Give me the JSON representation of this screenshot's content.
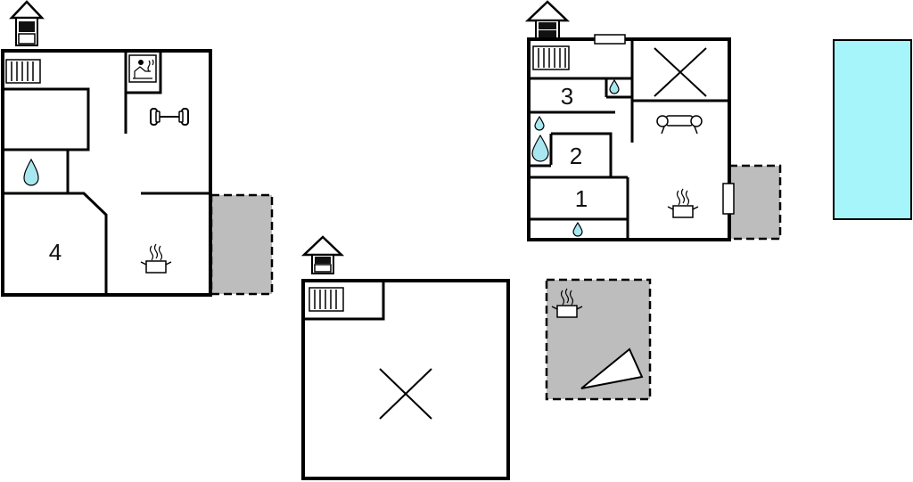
{
  "rooms": {
    "building_left_bedroom": "4",
    "building_right_room_1": "1",
    "building_right_room_2": "2",
    "building_right_room_3": "3"
  },
  "colors": {
    "terrace": "#bdbdbd",
    "pool": "#a6f5fb",
    "water": "#a8e6f0",
    "wall": "#000000"
  },
  "icons": [
    "entrance-icon",
    "radiator-icon",
    "sauna-icon",
    "dumbbell-icon",
    "water-drop-icon",
    "cooking-pot-icon",
    "sofa-icon",
    "open-space-cross",
    "pool",
    "terrace",
    "sail-shade-icon"
  ]
}
